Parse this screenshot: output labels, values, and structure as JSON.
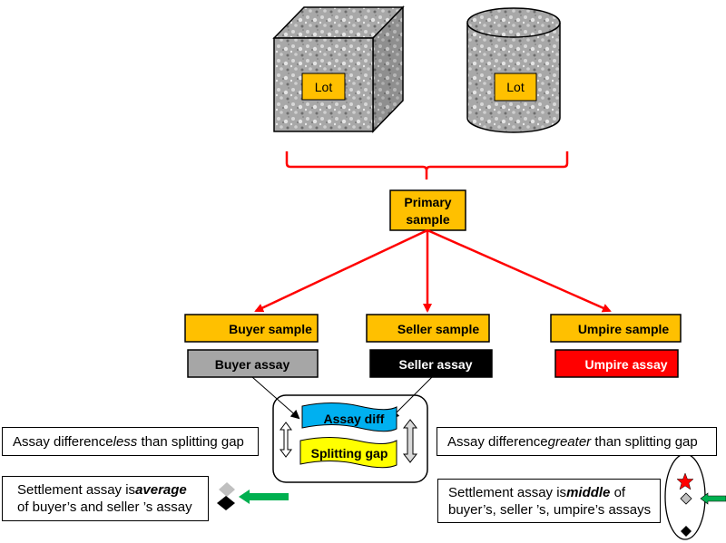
{
  "lots": [
    {
      "shape": "cube",
      "label": "Lot"
    },
    {
      "shape": "cylinder",
      "label": "Lot"
    }
  ],
  "primary_sample": {
    "line1": "Primary",
    "line2": "sample"
  },
  "samples": [
    {
      "label": "Buyer sample"
    },
    {
      "label": "Seller sample"
    },
    {
      "label": "Umpire sample"
    }
  ],
  "assays": [
    {
      "label": "Buyer assay",
      "fill": "#a6a6a6",
      "text_color": "#000000"
    },
    {
      "label": "Seller assay",
      "fill": "#000000",
      "text_color": "#ffffff"
    },
    {
      "label": "Umpire assay",
      "fill": "#ff0000",
      "text_color": "#ffffff"
    }
  ],
  "comparison": {
    "assay_diff": "Assay diff",
    "splitting_gap": "Splitting gap"
  },
  "conditions": {
    "less": {
      "prefix": "Assay difference",
      "emphasis": "less",
      "suffix": " than splitting gap"
    },
    "greater": {
      "prefix": "Assay difference",
      "emphasis": "greater",
      "suffix": " than splitting gap"
    }
  },
  "settlements": {
    "average": {
      "prefix": "Settlement assay is",
      "emphasis": "average",
      "line2": "of buyer’s and seller ’s assay"
    },
    "middle": {
      "prefix": "Settlement assay is",
      "emphasis": "middle",
      "suffix": " of",
      "line2": "buyer’s, seller ’s, umpire’s assays"
    }
  },
  "colors": {
    "sample_fill": "#ffc000",
    "flow_arrow": "#ff0000",
    "assay_diff_fill": "#00b0f0",
    "splitting_gap_fill": "#ffff00",
    "pointer_arrow": "#00b050",
    "star": "#ff0000",
    "light_diamond": "#c0c0c0",
    "dark_diamond": "#000000"
  }
}
